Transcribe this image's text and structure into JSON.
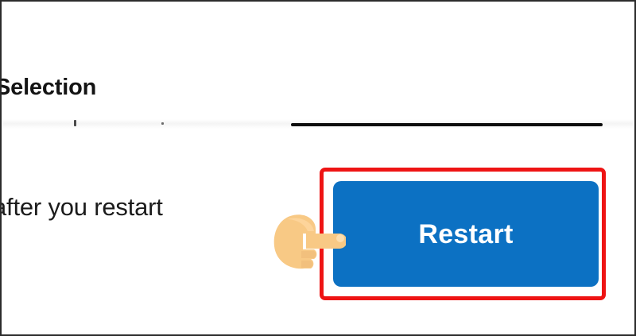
{
  "window": {
    "background_color": "#ffffff",
    "border_color": "#2b2b2b"
  },
  "dialog": {
    "section_heading": "Selection",
    "body_text": "after you restart",
    "divider_present": true
  },
  "annotation": {
    "type": "red-highlight-box",
    "color": "#ee1414",
    "target": "restart-button"
  },
  "cursor": {
    "icon": "pointing-hand-icon",
    "skin_color": "#f8c985",
    "shadow_color": "#e8b36a",
    "direction": "right"
  },
  "restart_button": {
    "label": "Restart",
    "background_color": "#0c71c3",
    "text_color": "#ffffff"
  }
}
